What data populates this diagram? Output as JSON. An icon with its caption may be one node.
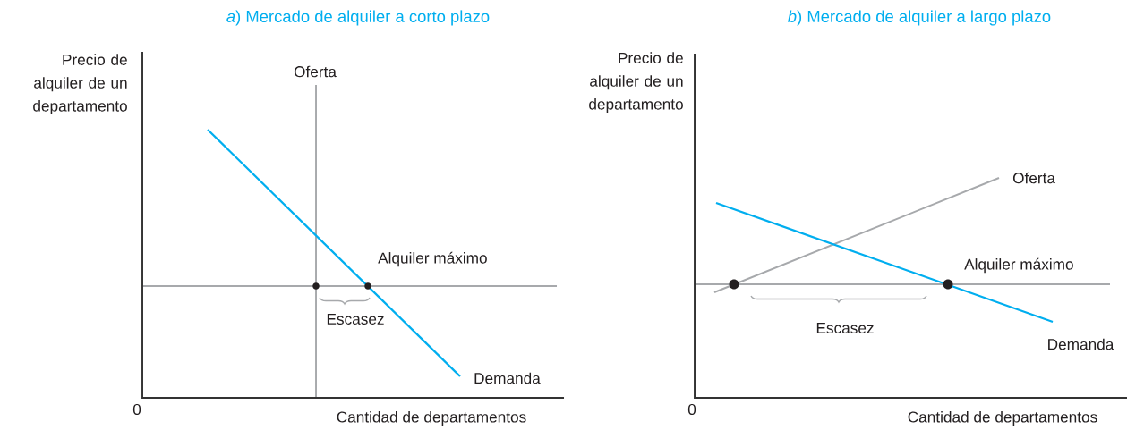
{
  "diagram": {
    "labels": [
      "*a*) Mercado de alquiler a corto plazo",
      "*b*) Mercado de alquiler a largo plazo",
      "Precio de alquiler de un departamento",
      "Oferta",
      "Alquiler máximo",
      "Escasez",
      "Demanda",
      "0",
      "Cantidad de departamentos",
      "Precio de alquiler de un departamento",
      "Oferta",
      "Alquiler máximo",
      "Escasez",
      "Demanda",
      "0",
      "Cantidad de departamentos"
    ]
  }
}
